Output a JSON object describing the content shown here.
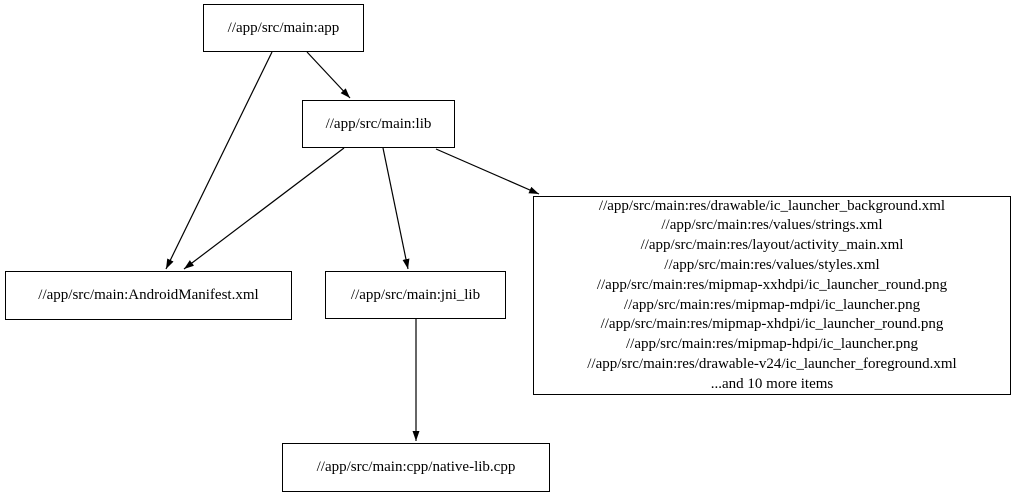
{
  "graph": {
    "background_color": "#ffffff",
    "node_border_color": "#000000",
    "edge_color": "#000000",
    "text_color": "#000000",
    "nodes": {
      "app": {
        "label": "//app/src/main:app"
      },
      "lib": {
        "label": "//app/src/main:lib"
      },
      "manifest": {
        "label": "//app/src/main:AndroidManifest.xml"
      },
      "jni_lib": {
        "label": "//app/src/main:jni_lib"
      },
      "native_cpp": {
        "label": "//app/src/main:cpp/native-lib.cpp"
      },
      "resources": {
        "lines": [
          "//app/src/main:res/drawable/ic_launcher_background.xml",
          "//app/src/main:res/values/strings.xml",
          "//app/src/main:res/layout/activity_main.xml",
          "//app/src/main:res/values/styles.xml",
          "//app/src/main:res/mipmap-xxhdpi/ic_launcher_round.png",
          "//app/src/main:res/mipmap-mdpi/ic_launcher.png",
          "//app/src/main:res/mipmap-xhdpi/ic_launcher_round.png",
          "//app/src/main:res/mipmap-hdpi/ic_launcher.png",
          "//app/src/main:res/drawable-v24/ic_launcher_foreground.xml",
          "...and 10 more items"
        ]
      }
    },
    "edges": [
      {
        "from": "//app/src/main:app",
        "to": "//app/src/main:lib"
      },
      {
        "from": "//app/src/main:app",
        "to": "//app/src/main:AndroidManifest.xml"
      },
      {
        "from": "//app/src/main:lib",
        "to": "//app/src/main:AndroidManifest.xml"
      },
      {
        "from": "//app/src/main:lib",
        "to": "//app/src/main:jni_lib"
      },
      {
        "from": "//app/src/main:lib",
        "to": "resources-group"
      },
      {
        "from": "//app/src/main:jni_lib",
        "to": "//app/src/main:cpp/native-lib.cpp"
      }
    ]
  }
}
